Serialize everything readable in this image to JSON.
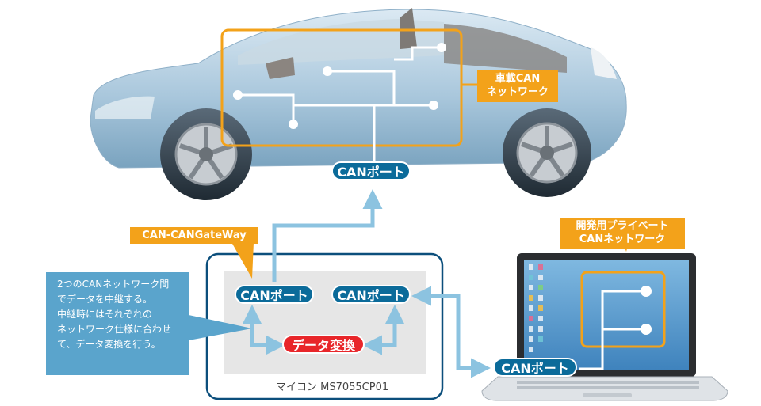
{
  "car_network": {
    "label_line1": "車載CAN",
    "label_line2": "ネットワーク",
    "port_label": "CANポート"
  },
  "gateway": {
    "label": "CAN-CANGateWay",
    "port_left": "CANポート",
    "port_right": "CANポート",
    "convert_label": "データ変換",
    "device_name": "マイコン MS7055CP01"
  },
  "note": {
    "lines": [
      "2つのCANネットワーク間",
      "でデータを中継する。",
      "中継時にはそれぞれの",
      "ネットワーク仕様に合わせ",
      "て、データ変換を行う。"
    ]
  },
  "dev_network": {
    "label_line1": "開発用プライベート",
    "label_line2": "CANネットワーク",
    "port_label": "CANポート"
  },
  "colors": {
    "accent_orange": "#f3a21a",
    "port_blue": "#0b6b9a",
    "convert_red": "#e8262a",
    "note_blue": "#5aa4cc",
    "arrow_blue": "#8cc3e0"
  }
}
